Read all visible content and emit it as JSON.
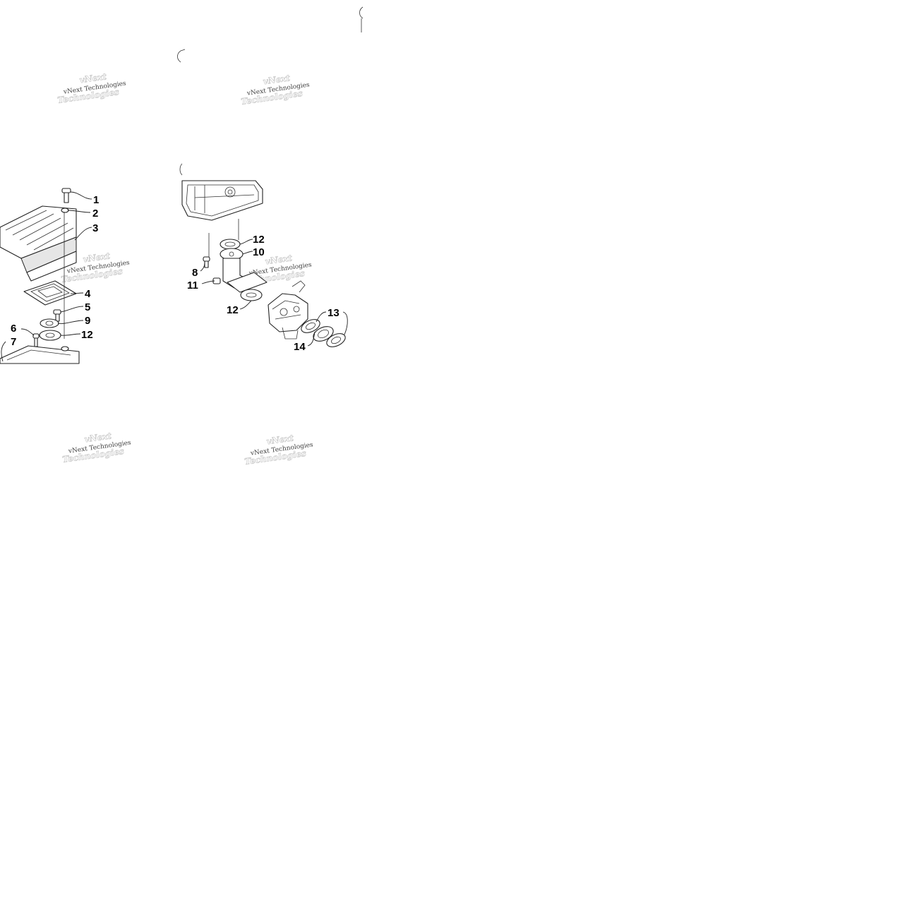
{
  "watermark": {
    "text": "vNext Technologies",
    "ghost_line1": "vNext",
    "ghost_line2": "Technologies"
  },
  "callouts": [
    "1",
    "2",
    "3",
    "4",
    "5",
    "9",
    "12",
    "6",
    "7",
    "12",
    "10",
    "8",
    "11",
    "12",
    "13",
    "14"
  ]
}
